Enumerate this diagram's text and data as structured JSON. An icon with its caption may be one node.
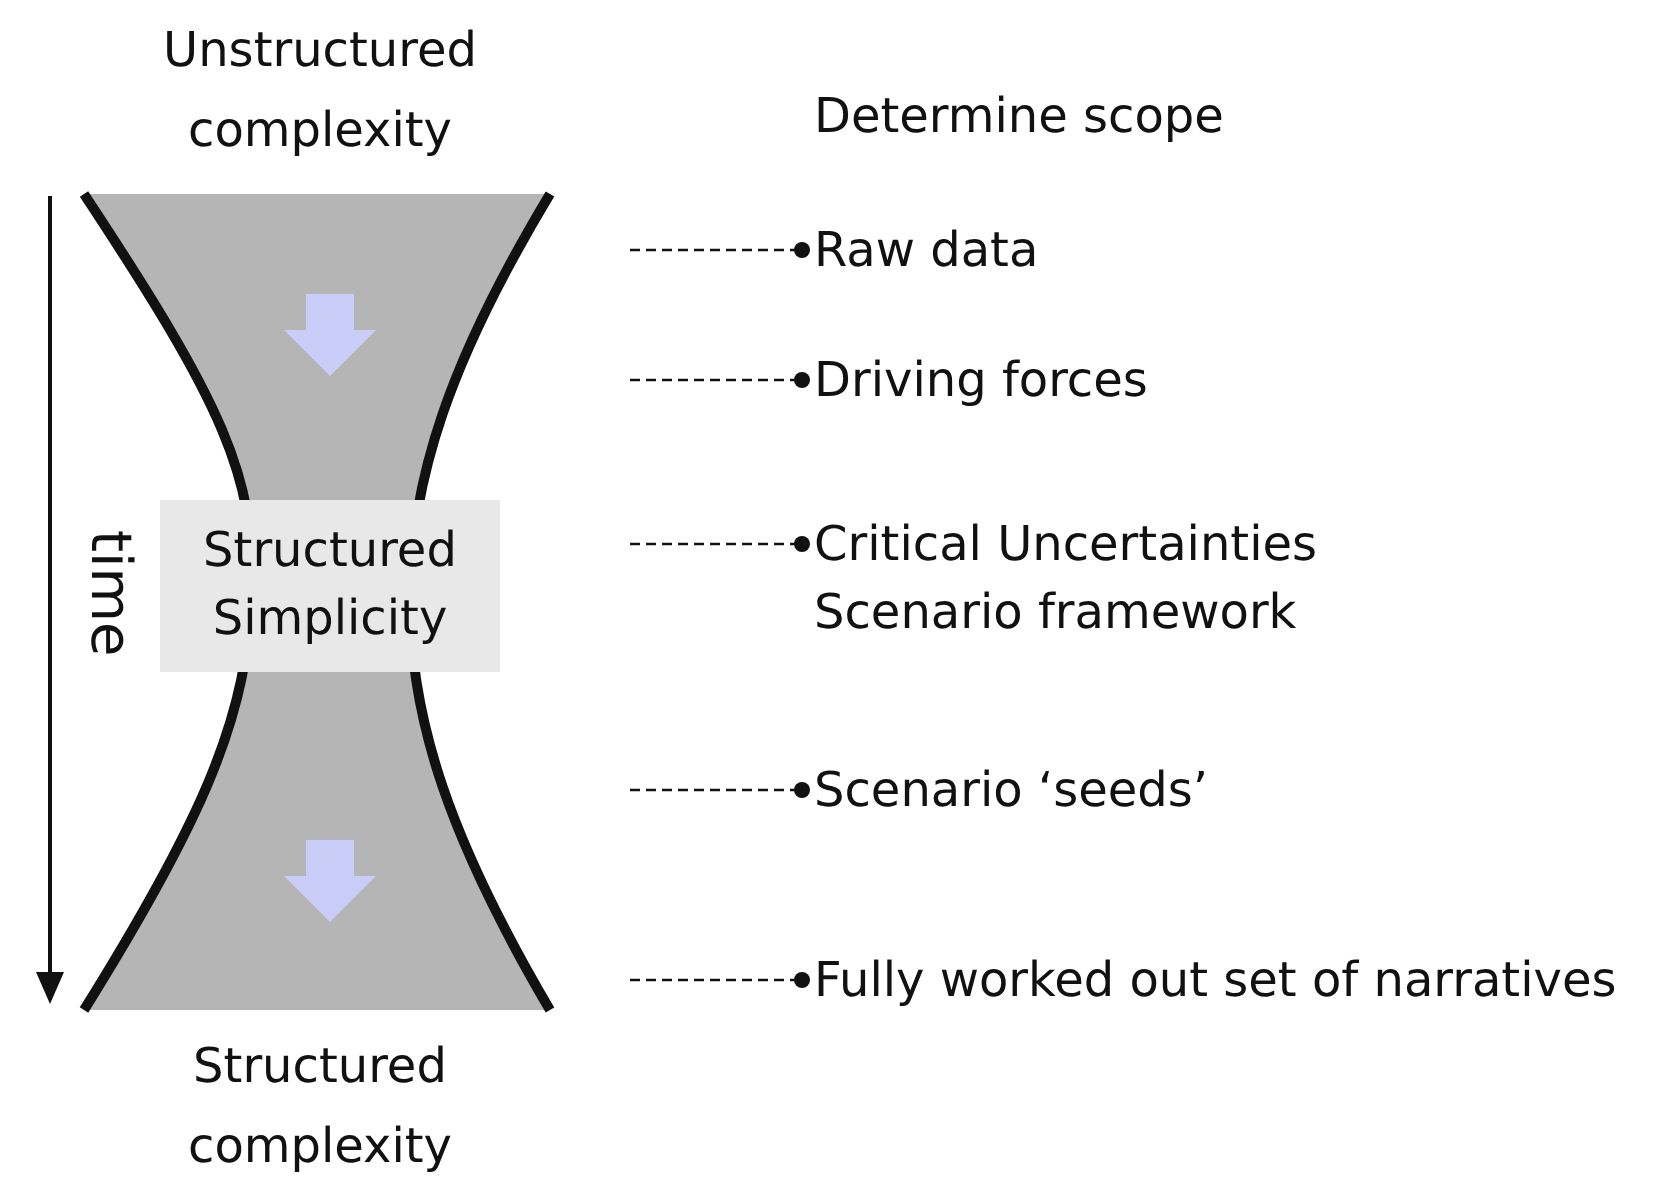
{
  "diagram": {
    "nodes": [
      {
        "text": [
          "Structured Simplicity"
        ]
      },
      {
        "text": [
          "Raw data"
        ]
      },
      {
        "text": [
          "Driving forces"
        ]
      },
      {
        "text": [
          "Critical Uncertainties",
          "Scenario framework"
        ]
      },
      {
        "text": [
          "Scenario ‘seeds’"
        ]
      },
      {
        "text": [
          "Fully worked out set of narratives"
        ]
      }
    ],
    "edges": [
      {
        "from": null,
        "to": 1,
        "arrow": "other",
        "style": "dashed"
      },
      {
        "from": null,
        "to": 2,
        "arrow": "other",
        "style": "dashed"
      },
      {
        "from": null,
        "to": 3,
        "arrow": "other",
        "style": "dashed"
      },
      {
        "from": null,
        "to": 4,
        "arrow": "other",
        "style": "dashed"
      },
      {
        "from": null,
        "to": 5,
        "arrow": "other",
        "style": "dashed"
      }
    ],
    "labels": [
      "Unstructured complexity",
      "Determine scope",
      "time",
      "Structured complexity"
    ]
  }
}
